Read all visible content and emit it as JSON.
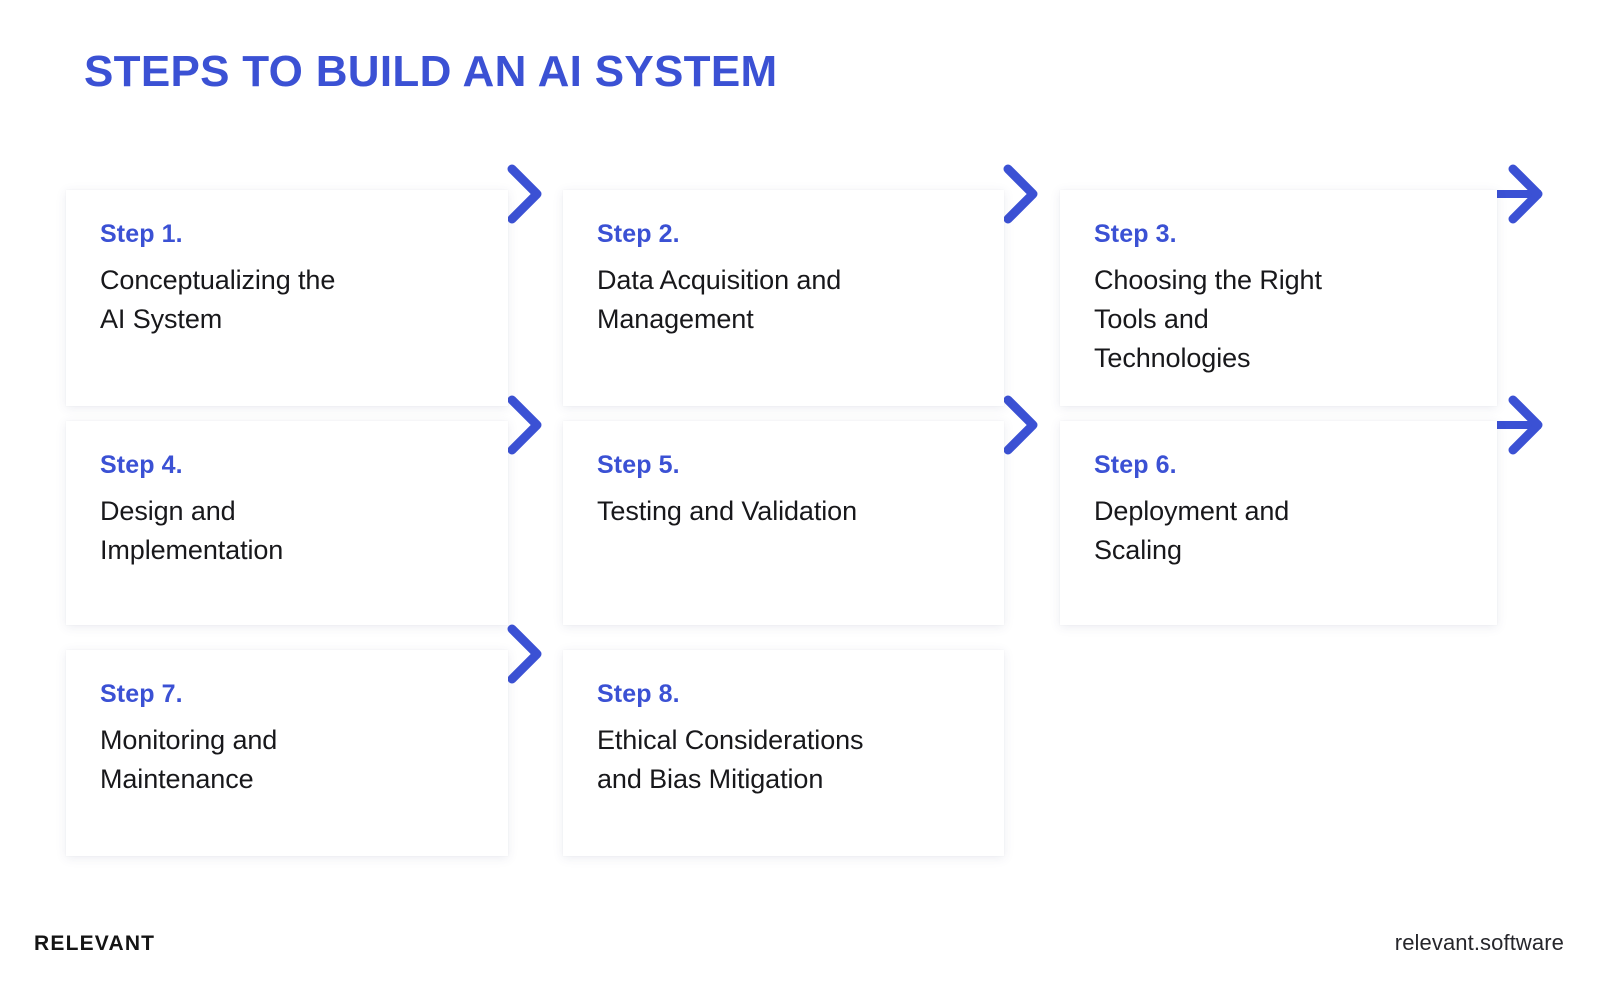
{
  "title": "STEPS TO BUILD AN AI SYSTEM",
  "colors": {
    "accent_blue": "#3b51d4",
    "text_dark": "#18181b",
    "background": "#ffffff",
    "card": "#ffffff"
  },
  "steps": [
    {
      "label": "Step 1.",
      "text": "Conceptualizing the\nAI System",
      "row": 1,
      "column": 1,
      "has_arrowhead": true
    },
    {
      "label": "Step 2.",
      "text": "Data Acquisition and\nManagement",
      "row": 1,
      "column": 2,
      "has_arrowhead": true
    },
    {
      "label": "Step 3.",
      "text": "Choosing the Right\nTools and\nTechnologies",
      "row": 1,
      "column": 3,
      "has_arrowhead": true
    },
    {
      "label": "Step 4.",
      "text": "Design and\nImplementation",
      "row": 2,
      "column": 1,
      "has_arrowhead": true
    },
    {
      "label": "Step 5.",
      "text": "Testing and Validation",
      "row": 2,
      "column": 2,
      "has_arrowhead": true
    },
    {
      "label": "Step 6.",
      "text": "Deployment and\nScaling",
      "row": 2,
      "column": 3,
      "has_arrowhead": true
    },
    {
      "label": "Step 7.",
      "text": "Monitoring and\nMaintenance",
      "row": 3,
      "column": 1,
      "has_arrowhead": true
    },
    {
      "label": "Step 8.",
      "text": "Ethical Considerations\nand Bias Mitigation",
      "row": 3,
      "column": 2,
      "has_arrowhead": false
    }
  ],
  "footer": {
    "brand": "RELEVANT",
    "website": "relevant.software"
  }
}
